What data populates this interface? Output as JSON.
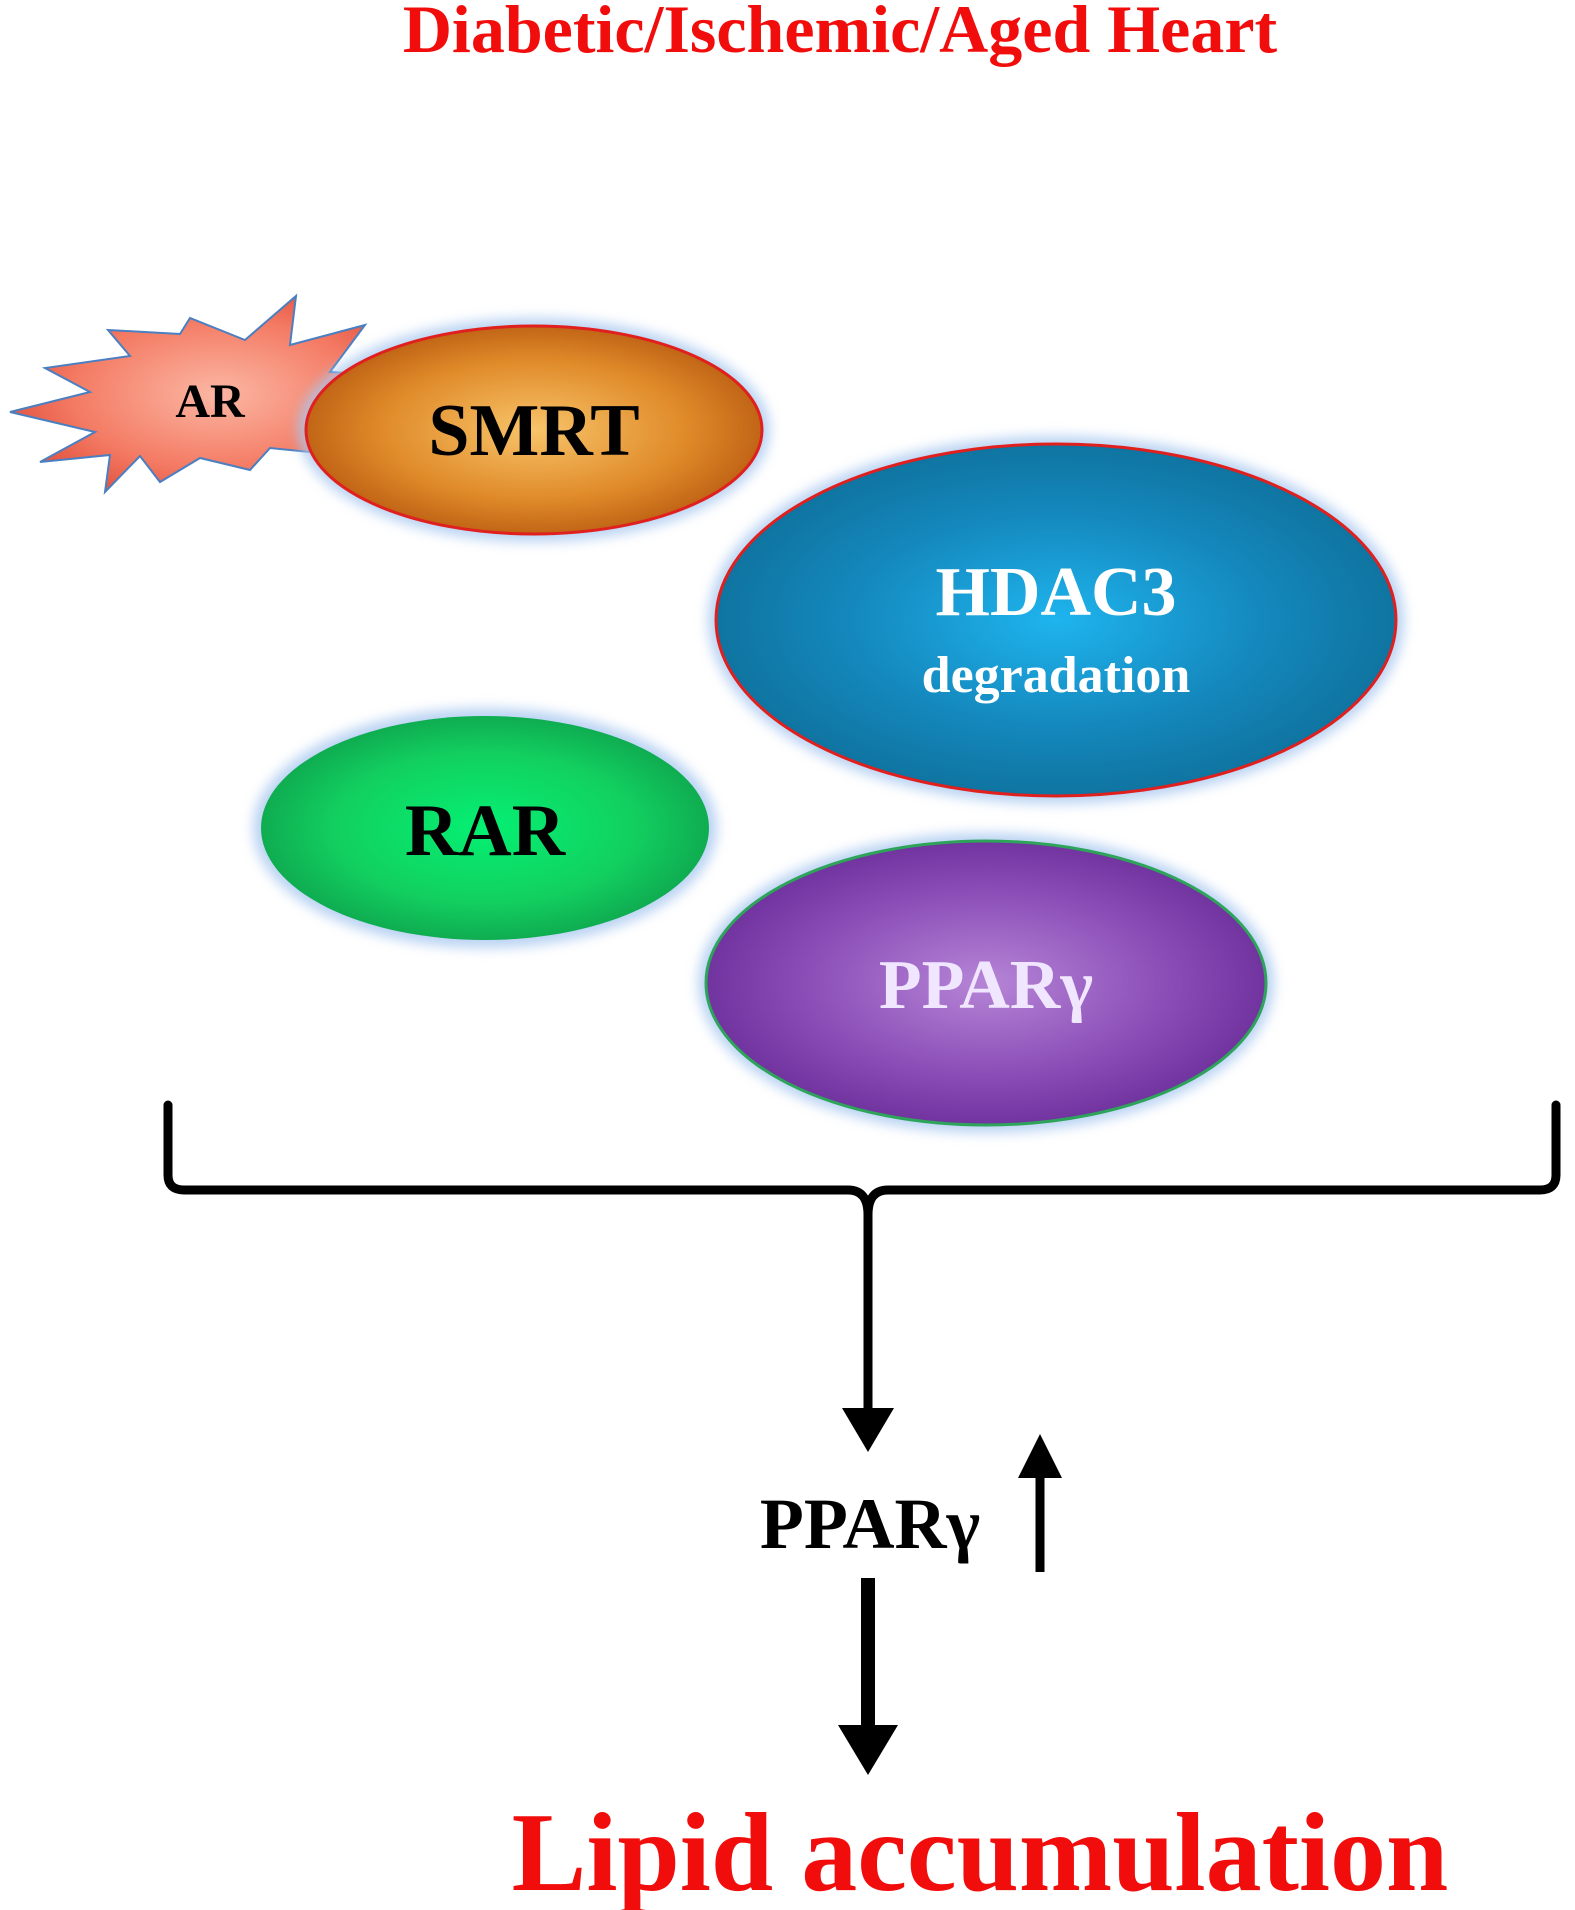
{
  "title": "Diabetic/Ischemic/Aged Heart",
  "nodes": {
    "ar": "AR",
    "smrt": "SMRT",
    "hdac3": "HDAC3",
    "hdac3_sub": "degradation",
    "rar": "RAR",
    "ppar_complex": "PPARγ"
  },
  "result_label": "PPARγ",
  "outcome": "Lipid accumulation",
  "colors": {
    "title": "#f20d0d",
    "outcome": "#f20d0d",
    "smrt_fill": "#d87a1c",
    "hdac3_fill": "#1a8fc3",
    "rar_fill": "#1ed65f",
    "ppar_fill": "#8e4fb8",
    "ar_fill": "#f5806a",
    "outline_red": "#e0201e",
    "outline_green": "#2ea35a"
  }
}
